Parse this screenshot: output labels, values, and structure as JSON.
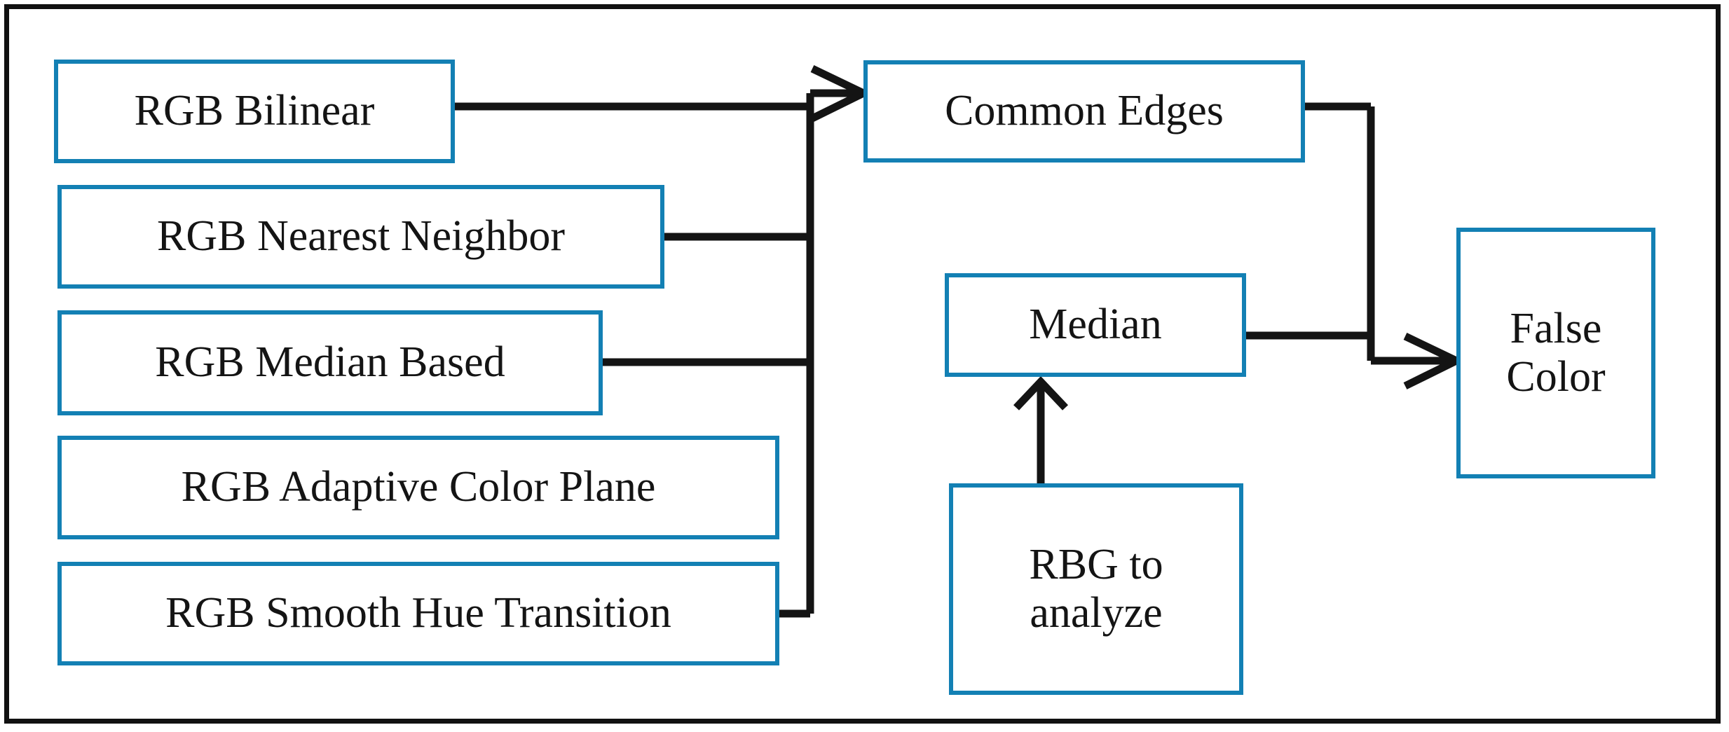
{
  "diagram": {
    "title": "Demosaicing comparison flow diagram",
    "background_color": "#ffffff",
    "frame_color": "#111111",
    "node_border_color": "#1380b4",
    "wire_color": "#141414",
    "nodes": [
      {
        "id": "bilinear",
        "label": "RGB Bilinear"
      },
      {
        "id": "nearest",
        "label": "RGB Nearest Neighbor"
      },
      {
        "id": "median_based",
        "label": "RGB Median Based"
      },
      {
        "id": "adaptive",
        "label": "RGB Adaptive Color Plane"
      },
      {
        "id": "smooth",
        "label": "RGB Smooth Hue Transition"
      },
      {
        "id": "common_edges",
        "label": "Common Edges"
      },
      {
        "id": "median",
        "label": "Median"
      },
      {
        "id": "rbg_analyze",
        "label": "RBG to\nanalyze"
      },
      {
        "id": "false_color",
        "label": "False\nColor"
      }
    ],
    "edges": [
      {
        "from": "bilinear",
        "to": "common_edges",
        "arrow": true
      },
      {
        "from": "nearest",
        "to": "common_edges",
        "arrow": false
      },
      {
        "from": "median_based",
        "to": "common_edges",
        "arrow": false
      },
      {
        "from": "smooth",
        "to": "common_edges",
        "arrow": false
      },
      {
        "from": "common_edges",
        "to": "false_color",
        "arrow": true
      },
      {
        "from": "median",
        "to": "false_color",
        "arrow": false
      },
      {
        "from": "rbg_analyze",
        "to": "median",
        "arrow": true
      }
    ]
  }
}
